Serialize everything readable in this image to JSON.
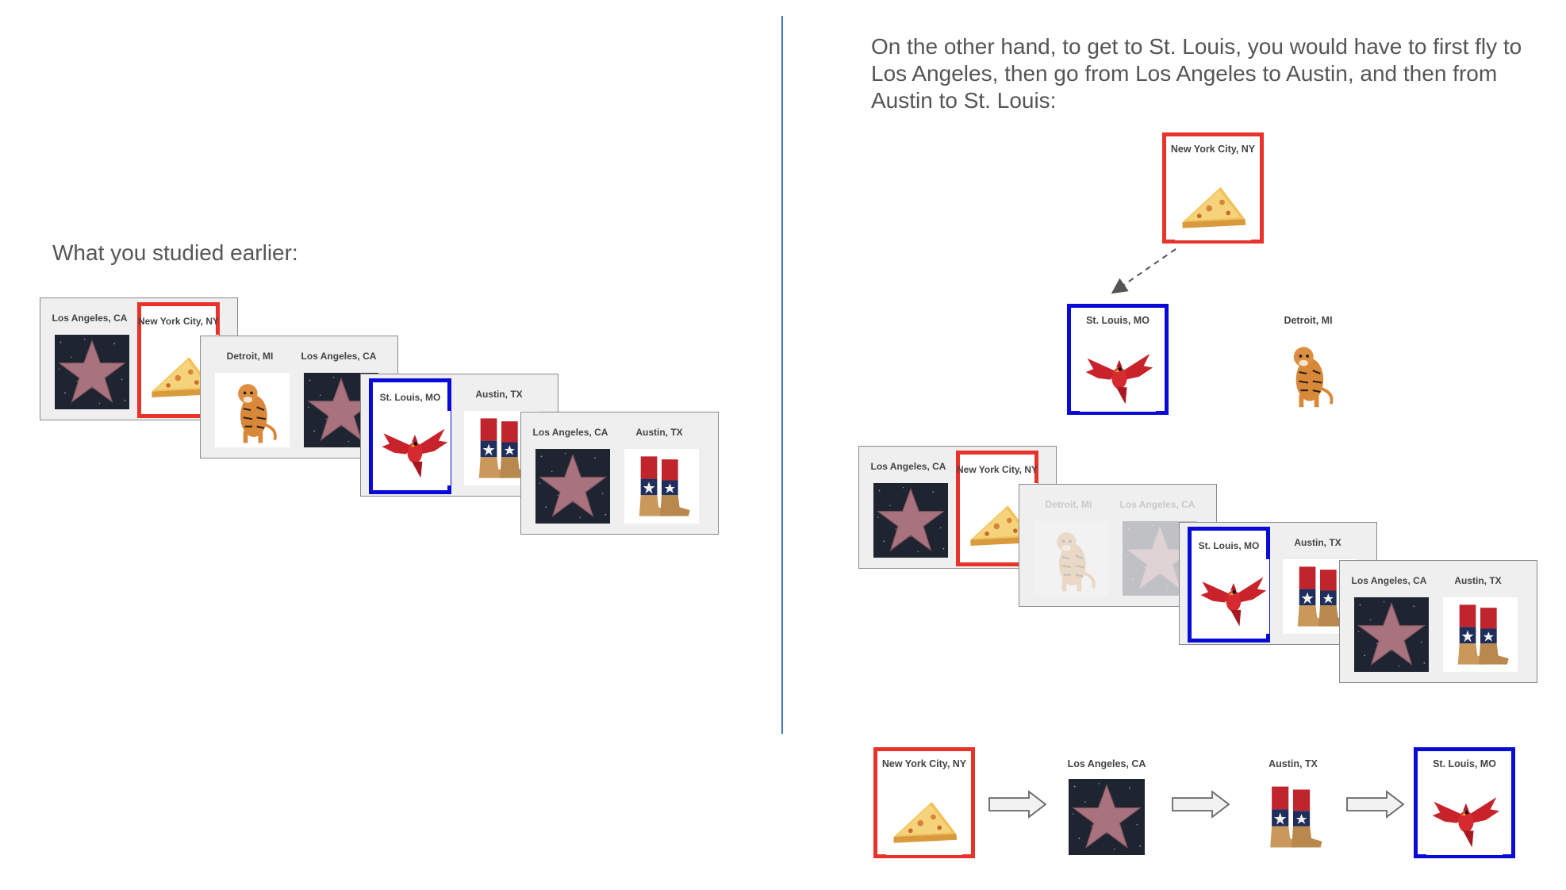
{
  "left_heading": "What you studied earlier:",
  "right_heading": "On the other hand, to get to St. Louis, you would have to first fly to Los Angeles, then go from Los Angeles to Austin, and then from Austin to St. Louis:",
  "colors": {
    "start": "#e8332a",
    "target": "#0a0ad6",
    "divider": "#4472c4",
    "card_bg": "#efefef"
  },
  "cities": {
    "la": {
      "label": "Los Angeles, CA",
      "icon": "hollywood-star-icon"
    },
    "nyc": {
      "label": "New York City, NY",
      "icon": "pizza-slice-icon"
    },
    "detroit": {
      "label": "Detroit, MI",
      "icon": "tiger-icon"
    },
    "stl": {
      "label": "St. Louis, MO",
      "icon": "cardinal-bird-icon"
    },
    "austin": {
      "label": "Austin, TX",
      "icon": "cowboy-boots-icon"
    }
  },
  "studied_pairs": [
    [
      "Los Angeles, CA",
      "New York City, NY"
    ],
    [
      "Detroit, MI",
      "Los Angeles, CA"
    ],
    [
      "St. Louis, MO",
      "Austin, TX"
    ],
    [
      "Los Angeles, CA",
      "Austin, TX"
    ]
  ],
  "route": [
    "New York City, NY",
    "Los Angeles, CA",
    "Austin, TX",
    "St. Louis, MO"
  ]
}
